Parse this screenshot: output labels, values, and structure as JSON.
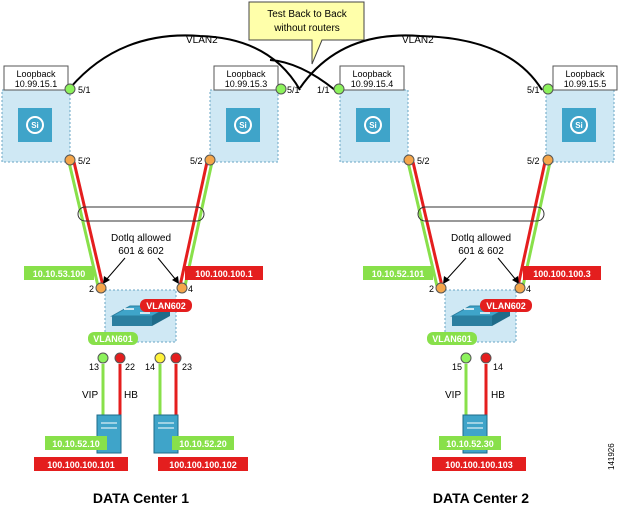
{
  "callout": {
    "line1": "Test Back to Back",
    "line2": "without routers"
  },
  "vlan_label_left": "VLAN2",
  "vlan_label_right": "VLAN2",
  "loopback_word": "Loopback",
  "loopbacks": [
    "10.99.15.1",
    "10.99.15.3",
    "10.99.15.4",
    "10.99.15.5"
  ],
  "ports": {
    "s1_top": "5/1",
    "s1_bottom": "5/2",
    "s2_top": "5/1",
    "s2_bottom": "5/2",
    "s3_top": "1/1",
    "s3_bottom": "5/2",
    "s4_top": "5/1",
    "s4_bottom": "5/2",
    "dc1_a2_left": "2",
    "dc1_a2_right": "4",
    "dc2_a2_left": "2",
    "dc2_a2_right": "4",
    "dc1_p13": "13",
    "dc1_p22": "22",
    "dc1_p14": "14",
    "dc1_p23": "23",
    "dc2_p15": "15",
    "dc2_p14": "14"
  },
  "dotq": {
    "line1": "Dotlq allowed",
    "line2": "601 & 602"
  },
  "dc1": {
    "green_ip": "10.10.53.100",
    "red_ip": "100.100.100.1",
    "vlan602": "VLAN602",
    "vlan601": "VLAN601",
    "vip": "VIP",
    "hb": "HB",
    "server1_green": "10.10.52.10",
    "server1_red": "100.100.100.101",
    "server2_green": "10.10.52.20",
    "server2_red": "100.100.100.102",
    "title": "DATA Center 1"
  },
  "dc2": {
    "green_ip": "10.10.52.101",
    "red_ip": "100.100.100.3",
    "vlan602": "VLAN602",
    "vlan601": "VLAN601",
    "vip": "VIP",
    "hb": "HB",
    "server_green": "10.10.52.30",
    "server_red": "100.100.100.103",
    "title": "DATA Center 2"
  },
  "figure_number": "141926",
  "colors": {
    "switch_bg": "#cfe8f4",
    "switch_icon": "#3fa4c9",
    "green": "#88e04a",
    "red": "#e41e1e",
    "port_orange": "#f5a64a",
    "port_green": "#8cf25c",
    "port_yellow": "#fff23a",
    "callout_fill": "#ffffaa"
  }
}
